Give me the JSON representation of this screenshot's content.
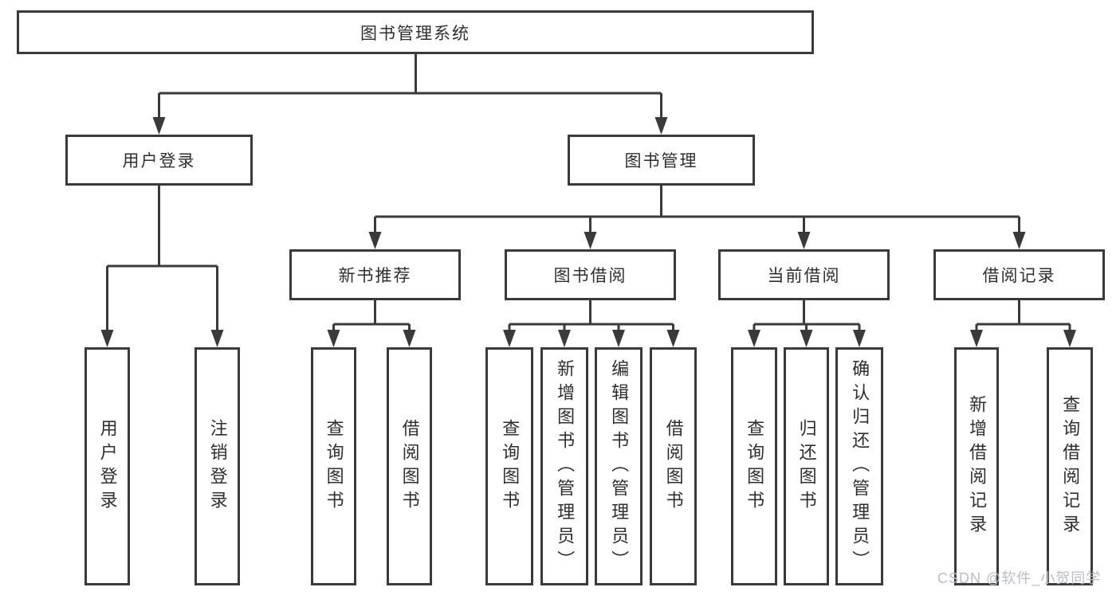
{
  "tree": {
    "label": "图书管理系统",
    "children": [
      {
        "label": "用户登录",
        "children": [
          {
            "label": "用户登录"
          },
          {
            "label": "注销登录"
          }
        ]
      },
      {
        "label": "图书管理",
        "children": [
          {
            "label": "新书推荐",
            "children": [
              {
                "label": "查询图书"
              },
              {
                "label": "借阅图书"
              }
            ]
          },
          {
            "label": "图书借阅",
            "children": [
              {
                "label": "查询图书"
              },
              {
                "label": "新增图书（管理员）"
              },
              {
                "label": "编辑图书（管理员）"
              },
              {
                "label": "借阅图书"
              }
            ]
          },
          {
            "label": "当前借阅",
            "children": [
              {
                "label": "查询图书"
              },
              {
                "label": "归还图书"
              },
              {
                "label": "确认归还（管理员）"
              }
            ]
          },
          {
            "label": "借阅记录",
            "children": [
              {
                "label": "新增借阅记录"
              },
              {
                "label": "查询借阅记录"
              }
            ]
          }
        ]
      }
    ]
  },
  "watermark": {
    "text": "CSDN @软件_小贺同学"
  },
  "colors": {
    "line": "#3a3a3a",
    "text": "#2e2e2e",
    "watermark": "#b9bdc3",
    "background": "#ffffff"
  }
}
